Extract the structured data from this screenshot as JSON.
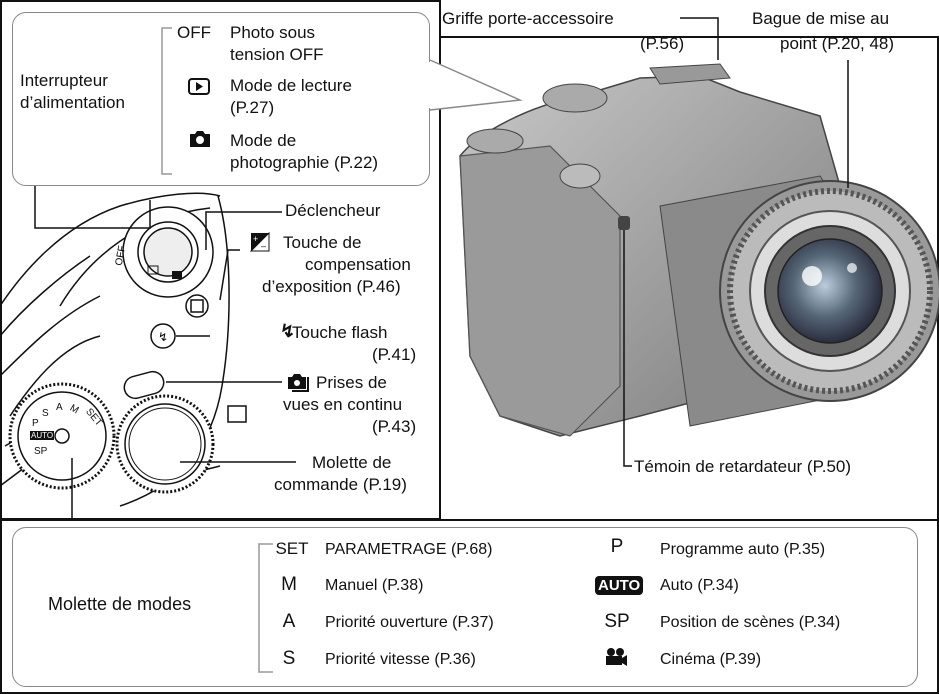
{
  "top_labels": {
    "hot_shoe": "Griffe porte-accessoire",
    "hot_shoe_ref": "(P.56)",
    "focus_ring_1": "Bague de mise au",
    "focus_ring_2": "point (P.20, 48)",
    "self_timer": "Témoin de retardateur (P.50)"
  },
  "power_switch": {
    "title_1": "Interrupteur",
    "title_2": "d’alimentation",
    "off_key": "OFF",
    "off_1": "Photo sous",
    "off_2": "tension OFF",
    "play_1": "Mode de lecture",
    "play_2": "(P.27)",
    "shoot_1": "Mode de",
    "shoot_2": "photographie (P.22)"
  },
  "left_labels": {
    "shutter": "Déclencheur",
    "exposure_1": "Touche de",
    "exposure_2": "compensation",
    "exposure_3": "d’exposition (P.46)",
    "flash_1": "Touche flash",
    "flash_2": "(P.41)",
    "burst_1": "Prises de",
    "burst_2": "vues en continu",
    "burst_3": "(P.43)",
    "dial_1": "Molette de",
    "dial_2": "commande (P.19)"
  },
  "mode_dial": {
    "title": "Molette de modes",
    "left": [
      {
        "key": "SET",
        "label": "PARAMETRAGE (P.68)"
      },
      {
        "key": "M",
        "label": "Manuel (P.38)"
      },
      {
        "key": "A",
        "label": "Priorité ouverture (P.37)"
      },
      {
        "key": "S",
        "label": "Priorité vitesse (P.36)"
      }
    ],
    "right": [
      {
        "key": "P",
        "label": "Programme auto (P.35)"
      },
      {
        "key": "AUTO",
        "label": "Auto (P.34)"
      },
      {
        "key": "SP",
        "label": "Position de scènes (P.34)"
      },
      {
        "key": "movie-icon",
        "label": "Cinéma (P.39)"
      }
    ]
  },
  "dial_marks": {
    "off": "OFF",
    "set": "SET",
    "m": "M",
    "a": "A",
    "s": "S",
    "p": "P",
    "sp": "SP",
    "auto": "AUTO"
  }
}
